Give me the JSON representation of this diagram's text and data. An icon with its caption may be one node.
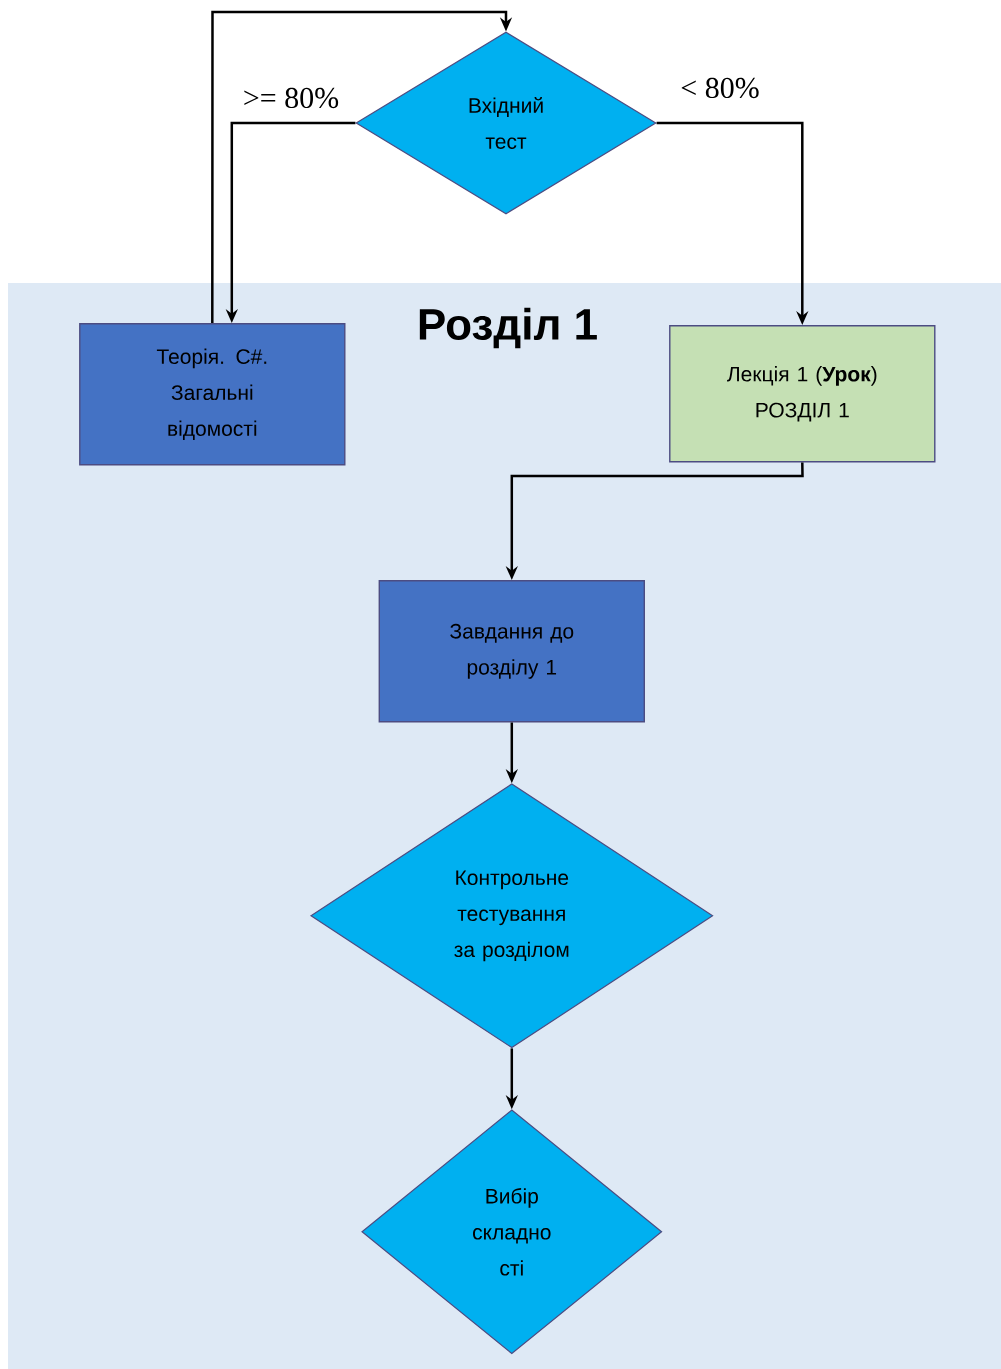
{
  "diagram": {
    "nodes": [
      {
        "text": [
          "Розділ 1"
        ]
      },
      {
        "text": [
          "Вхідний тест"
        ]
      },
      {
        "text": [
          "Теорія. C#. Загальні відомості"
        ],
        "in": 0
      },
      {
        "text": [
          "Лекція 1 (**Урок**) РОЗДІЛ 1"
        ],
        "in": 0
      },
      {
        "text": [
          "Завдання до розділу 1"
        ],
        "in": 0
      },
      {
        "text": [
          "Контрольне тестування за розділом"
        ],
        "in": 0
      },
      {
        "text": [
          "Вибір складно сті"
        ],
        "in": 0
      }
    ],
    "edges": [
      {
        "from": 1,
        "to": 2,
        "arrow": "to",
        "label": ">= 80%"
      },
      {
        "from": 1,
        "to": 3,
        "arrow": "to",
        "label": "< 80%"
      },
      {
        "from": 2,
        "to": 1,
        "arrow": "to"
      },
      {
        "from": 3,
        "to": 4,
        "arrow": "to"
      },
      {
        "from": 4,
        "to": 5,
        "arrow": "to"
      },
      {
        "from": 5,
        "to": 6,
        "arrow": "to"
      }
    ]
  }
}
